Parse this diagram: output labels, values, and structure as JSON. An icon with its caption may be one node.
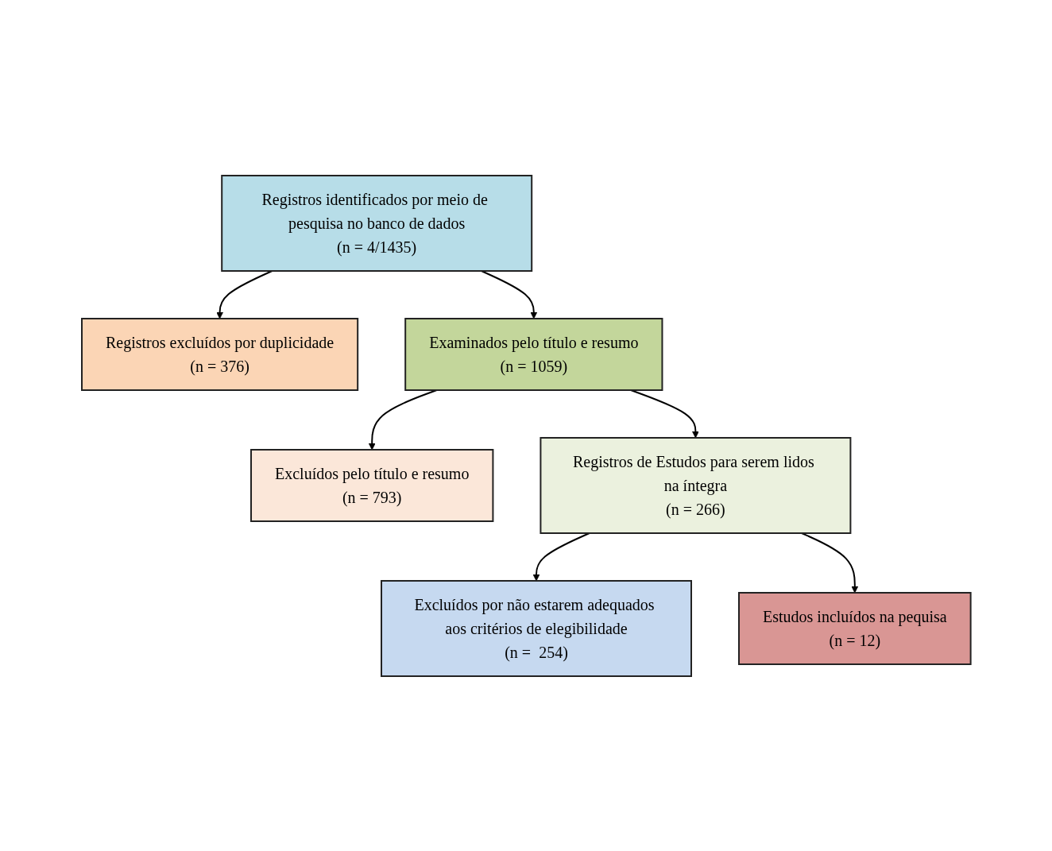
{
  "diagram": {
    "nodes": [
      {
        "text": [
          "Registros identificados por meio de pesquisa no banco de dados",
          "(n = 4/1435)"
        ]
      },
      {
        "text": [
          "Registros excluídos por duplicidade",
          "(n = 376)"
        ]
      },
      {
        "text": [
          "Examinados pelo título e resumo",
          "(n = 1059)"
        ]
      },
      {
        "text": [
          "Excluídos pelo título e resumo",
          "(n = 793)"
        ]
      },
      {
        "text": [
          "Registros de Estudos para serem lidos na íntegra",
          "(n = 266)"
        ]
      },
      {
        "text": [
          "Excluídos por não estarem adequados aos critérios de elegibilidade",
          "(n =  254)"
        ]
      },
      {
        "text": [
          "Estudos incluídos na pequisa",
          "(n = 12)"
        ]
      }
    ],
    "edges": [
      {
        "from": 0,
        "to": 1,
        "arrow": "to"
      },
      {
        "from": 0,
        "to": 2,
        "arrow": "to"
      },
      {
        "from": 2,
        "to": 3,
        "arrow": "to"
      },
      {
        "from": 2,
        "to": 4,
        "arrow": "to"
      },
      {
        "from": 4,
        "to": 5,
        "arrow": "to"
      },
      {
        "from": 4,
        "to": 6,
        "arrow": "to"
      }
    ]
  }
}
